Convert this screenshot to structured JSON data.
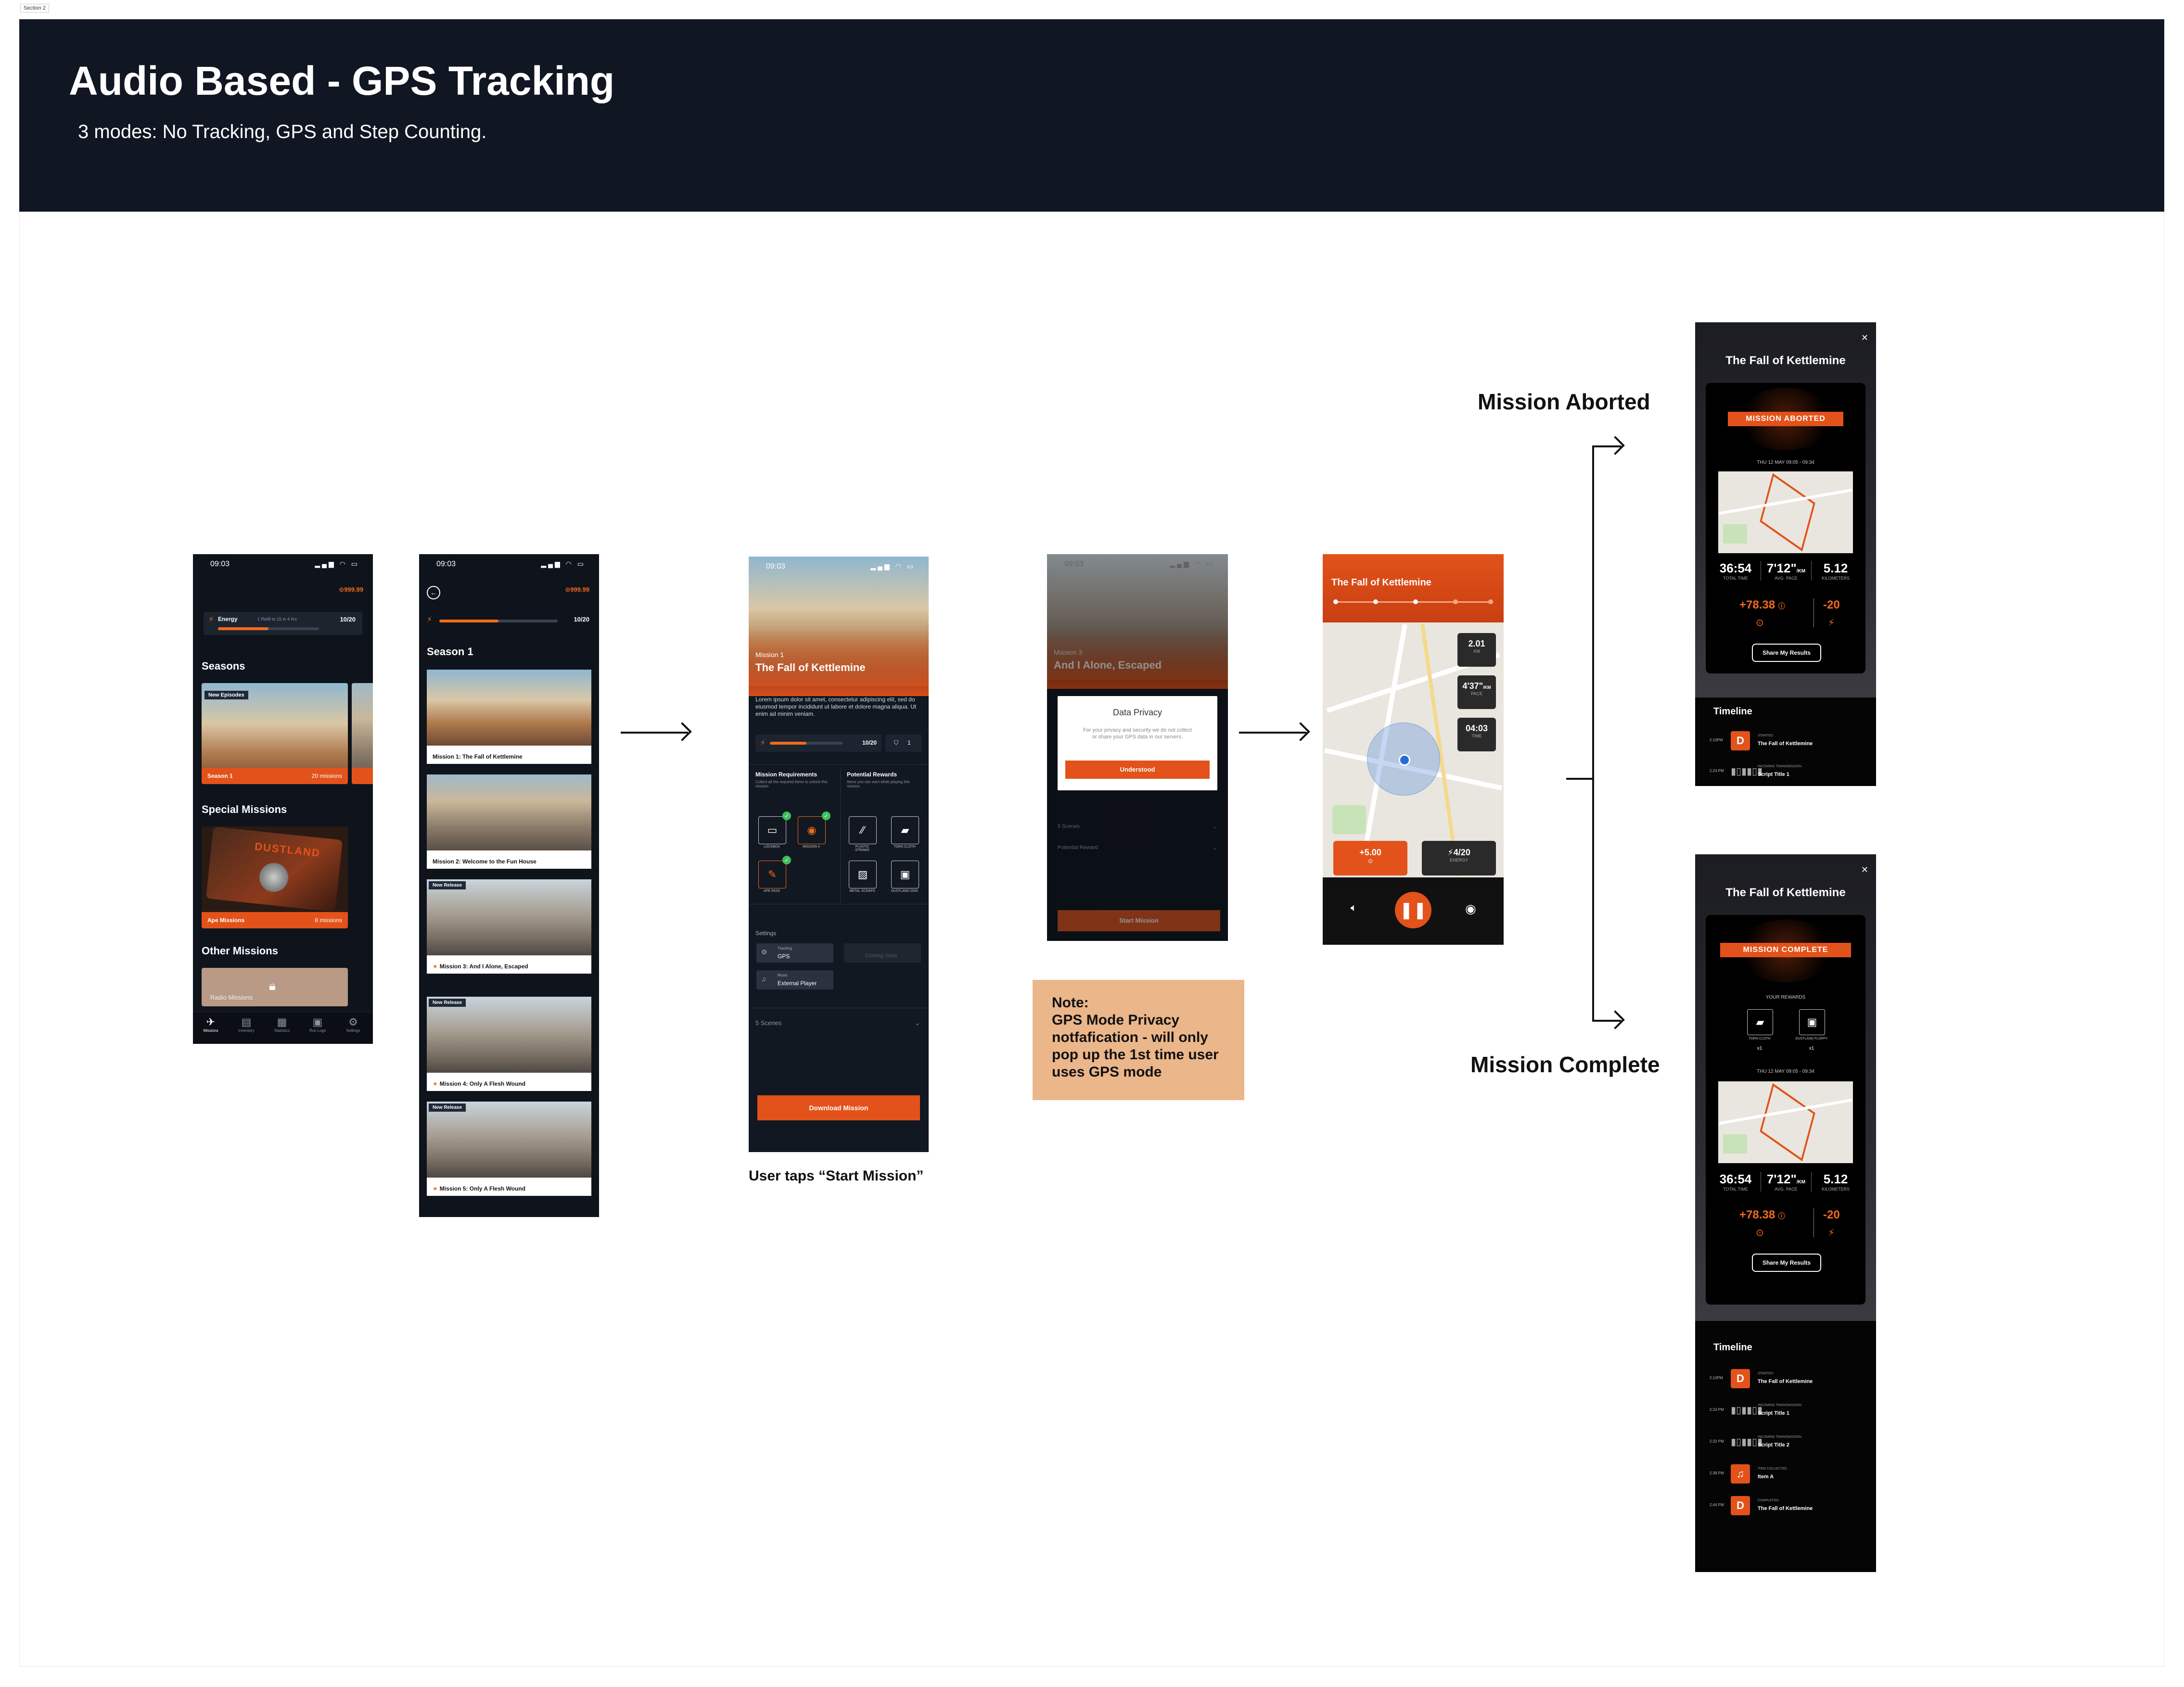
{
  "section_label": "Section 2",
  "header": {
    "title": "Audio Based - GPS Tracking",
    "subtitle": "3 modes: No Tracking, GPS and Step Counting."
  },
  "colors": {
    "accent": "#e2521a",
    "dark_bg": "#101622",
    "note_bg": "#ebb68a"
  },
  "phone1": {
    "time": "09:03",
    "coins": "⊙999.99",
    "energy": {
      "label": "Energy",
      "sub": "1 Refill to 15 in 4 hrs",
      "value": "10/20",
      "level": 0.5
    },
    "seasons_title": "Seasons",
    "season_card": {
      "tag": "New Episodes",
      "name": "Season 1",
      "count": "20 missions"
    },
    "special_title": "Special Missions",
    "special_card": {
      "logo": "DUSTLAND",
      "name": "Ape Missions",
      "count": "8 missions"
    },
    "other_title": "Other Missions",
    "locked_name": "Radio Missions",
    "nav": [
      {
        "icon": "missions-icon",
        "glyph": "✈",
        "label": "Missions"
      },
      {
        "icon": "inventory-icon",
        "glyph": "▤",
        "label": "Inventory"
      },
      {
        "icon": "statistics-icon",
        "glyph": "▦",
        "label": "Statistics"
      },
      {
        "icon": "run-logs-icon",
        "glyph": "▣",
        "label": "Run Logs"
      },
      {
        "icon": "settings-icon",
        "glyph": "⚙",
        "label": "Settings"
      }
    ]
  },
  "phone2": {
    "time": "09:03",
    "coins": "⊙999.99",
    "energy_value": "10/20",
    "energy_level": 0.5,
    "season_title": "Season 1",
    "missions": [
      {
        "tag": "",
        "title": "Mission 1: The Fall of Kettlemine",
        "star": false
      },
      {
        "tag": "",
        "title": "Mission 2: Welcome to the Fun House",
        "star": false
      },
      {
        "tag": "New Release",
        "title": "Mission 3: And I Alone, Escaped",
        "star": true
      },
      {
        "tag": "New Release",
        "title": "Mission 4: Only A Flesh Wound",
        "star": true
      },
      {
        "tag": "New Release",
        "title": "Mission 5: Only A Flesh Wound",
        "star": true
      }
    ]
  },
  "phone3": {
    "time": "09:03",
    "mission_no": "Mission 1",
    "mission_title": "The Fall of Kettlemine",
    "description": "Lorem ipsum dolor sit amet, consectetur adipiscing elit, sed do eiusmod tempor incididunt ut labore et dolore magna aliqua. Ut enim ad minim veniam.",
    "energy": "10/20",
    "energy_level": 0.5,
    "shield": "1",
    "requirements_title": "Mission Requirements",
    "requirements_sub": "Collect all the required items to unlock this mission",
    "requirements": [
      "LOCKBOX",
      "MISSION 4",
      "APE PASS"
    ],
    "rewards_title": "Potential Rewards",
    "rewards_sub": "Items you can earn while playing this mission",
    "rewards": [
      "PLASTIC STRAWS",
      "TORN CLOTH",
      "METAL SCRAPS",
      "DUSTLAND DISK"
    ],
    "settings_title": "Settings",
    "tracking_label": "Tracking",
    "tracking_value": "GPS",
    "coming_label": "Coming Soon",
    "music_label": "Music",
    "music_value": "External Player",
    "scenes": "5 Scenes",
    "download": "Download Mission",
    "caption": "User taps “Start Mission”"
  },
  "phone4": {
    "time": "09:03",
    "mission_title": "And I Alone, Escaped",
    "mission_no": "Mission 3",
    "dialog_title": "Data Privacy",
    "dialog_text": "For your privacy and security we do not collect or share your GPS data in our servers.",
    "dialog_button": "Understood",
    "scenes": "5 Scenes",
    "reward": "Potential Reward",
    "start": "Start Mission"
  },
  "note": {
    "title": "Note:",
    "lines": [
      "GPS Mode Privacy notfafication - will only pop up the 1st time user uses GPS mode"
    ]
  },
  "phone5": {
    "title": "The Fall of Kettlemine",
    "distance": {
      "value": "2.01",
      "unit": "KM"
    },
    "pace": {
      "value": "4'37\"",
      "unit": "/KM",
      "label": "PACE"
    },
    "time": {
      "value": "04:03",
      "label": "TIME"
    },
    "coins": "+5.00",
    "energy": "4/20",
    "energy_label": "ENERGY"
  },
  "aborted": {
    "heading": "Mission Aborted",
    "title": "The Fall of Kettlemine",
    "banner": "MISSION ABORTED",
    "date": "THU 12 MAY 09:05 - 09:34",
    "stats": [
      {
        "value": "36:54",
        "label": "TOTAL TIME"
      },
      {
        "value": "7'12\"",
        "unit": "/KM",
        "label": "AVG. PACE"
      },
      {
        "value": "5.12",
        "label": "KILOMETERS"
      }
    ],
    "coins": "+78.38",
    "energy": "-20",
    "share": "Share My Results",
    "timeline_title": "Timeline",
    "timeline": [
      {
        "time": "2:10PM",
        "icon": "D",
        "small": "STARTED",
        "name": "The Fall of Kettlemine"
      },
      {
        "time": "2:24 PM",
        "icon": "wave",
        "small": "INCOMING TRANSMISSION",
        "name": "Script Title 1"
      }
    ]
  },
  "complete": {
    "heading": "Mission Complete",
    "title": "The Fall of Kettlemine",
    "banner": "MISSION COMPLETE",
    "rewards_title": "YOUR REWARDS",
    "rewards": [
      {
        "name": "TORN CLOTH",
        "qty": "x1"
      },
      {
        "name": "DUSTLAND FLOPPY",
        "qty": "x1"
      }
    ],
    "date": "THU 12 MAY 09:05 - 09:34",
    "stats": [
      {
        "value": "36:54",
        "label": "TOTAL TIME"
      },
      {
        "value": "7'12\"",
        "unit": "/KM",
        "label": "AVG. PACE"
      },
      {
        "value": "5.12",
        "label": "KILOMETERS"
      }
    ],
    "coins": "+78.38",
    "energy": "-20",
    "share": "Share My Results",
    "timeline_title": "Timeline",
    "timeline": [
      {
        "time": "2:10PM",
        "icon": "D",
        "small": "STARTED",
        "name": "The Fall of Kettlemine"
      },
      {
        "time": "2:24 PM",
        "icon": "wave",
        "small": "INCOMING TRANSMISSION",
        "name": "Script Title 1"
      },
      {
        "time": "2:32 PM",
        "icon": "wave",
        "small": "INCOMING TRANSMISSION",
        "name": "Script Title 2"
      },
      {
        "time": "2:38 PM",
        "icon": "headphones",
        "small": "ITEM COLLECTED",
        "name": "Item A"
      },
      {
        "time": "2:44 PM",
        "icon": "D",
        "small": "COMPLETED",
        "name": "The Fall of Kettlemine"
      }
    ]
  }
}
